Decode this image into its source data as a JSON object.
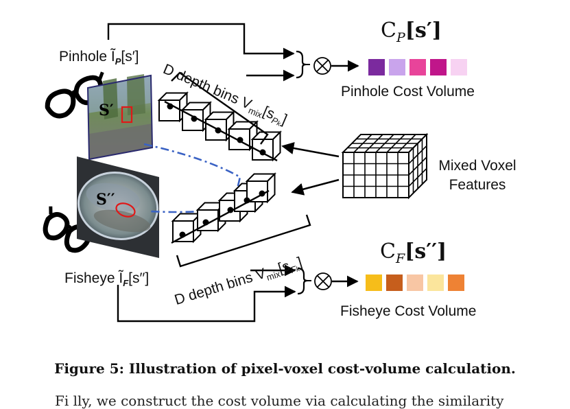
{
  "diagram": {
    "pinhole_label": "Pinhole Ĩ",
    "pinhole_sub": "P",
    "pinhole_arg": "[s′]",
    "fisheye_label": "Fisheye Ĩ",
    "fisheye_sub": "F",
    "fisheye_arg": "[s′′]",
    "img_label_pinhole": "S′",
    "img_label_fisheye": "S′′",
    "depth_bins_top": "D depth bins V",
    "depth_bins_top_mix": "mix",
    "depth_bins_top_arg": "[s",
    "depth_bins_top_sub": "P",
    "depth_bins_top_subsub": "k",
    "depth_bins_top_end": "]",
    "depth_bins_bottom": "D depth bins V",
    "depth_bins_bottom_mix": "mix",
    "depth_bins_bottom_arg": "[s",
    "depth_bins_bottom_sub": "F",
    "depth_bins_bottom_subsub": "k",
    "depth_bins_bottom_end": "]",
    "mixed_voxel_line1": "Mixed Voxel",
    "mixed_voxel_line2": "Features",
    "pinhole_cost_symbol": "C",
    "pinhole_cost_sub": "P",
    "pinhole_cost_arg": "[s′]",
    "pinhole_cost_volume": "Pinhole Cost Volume",
    "fisheye_cost_symbol": "C",
    "fisheye_cost_sub": "F",
    "fisheye_cost_arg": "[s′′]",
    "fisheye_cost_volume": "Fisheye Cost Volume",
    "otimes": "⊗",
    "pinhole_colors": [
      "#7b2a9e",
      "#c9a4ec",
      "#e8449a",
      "#c0168a",
      "#f7d2f2"
    ],
    "fisheye_colors": [
      "#f6bd1a",
      "#c65e1c",
      "#f8c6a4",
      "#fbe59c",
      "#ee8234"
    ]
  },
  "caption": "Figure 5: Illustration of pixel-voxel cost-volume calculation.",
  "body_fragment": "Fi  lly, we construct the cost volume via calculating the similarity"
}
